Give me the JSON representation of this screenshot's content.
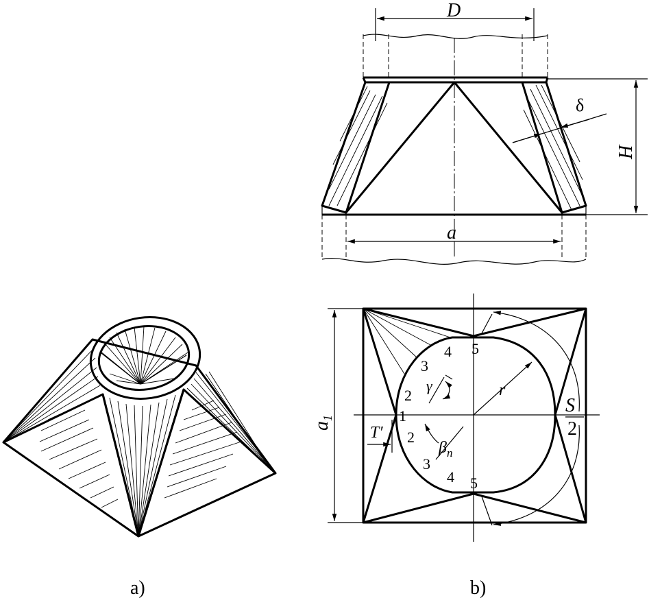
{
  "figure": {
    "labels": {
      "a_panel": "a)",
      "b_panel": "b)",
      "D": "D",
      "delta": "δ",
      "H": "H",
      "a": "a",
      "a1": "a",
      "a1_sub": "1",
      "r": "r",
      "T": "T′",
      "S": "S",
      "two": "2",
      "gamma": "γ",
      "beta": "β",
      "beta_sub": "n",
      "p1": "1",
      "p2_top": "2",
      "p3_top": "3",
      "p4_top": "4",
      "p5_top": "5",
      "p2_bot": "2",
      "p3_bot": "3",
      "p4_bot": "4",
      "p5_bot": "5"
    }
  }
}
